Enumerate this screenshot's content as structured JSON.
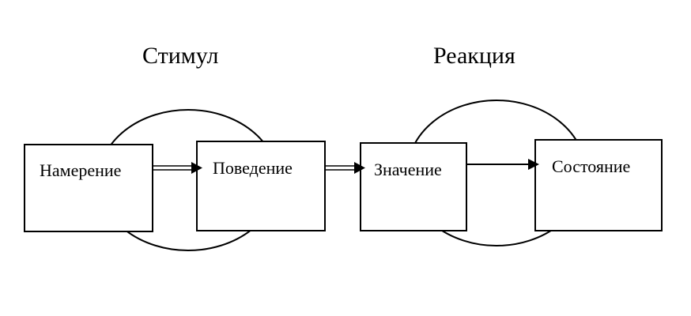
{
  "headings": {
    "stimulus": "Стимул",
    "reaction": "Реакция"
  },
  "boxes": {
    "intention": "Намерение",
    "behavior": "Поведение",
    "meaning": "Значение",
    "state": "Состояние"
  },
  "colors": {
    "stroke": "#000000",
    "background": "#ffffff"
  }
}
